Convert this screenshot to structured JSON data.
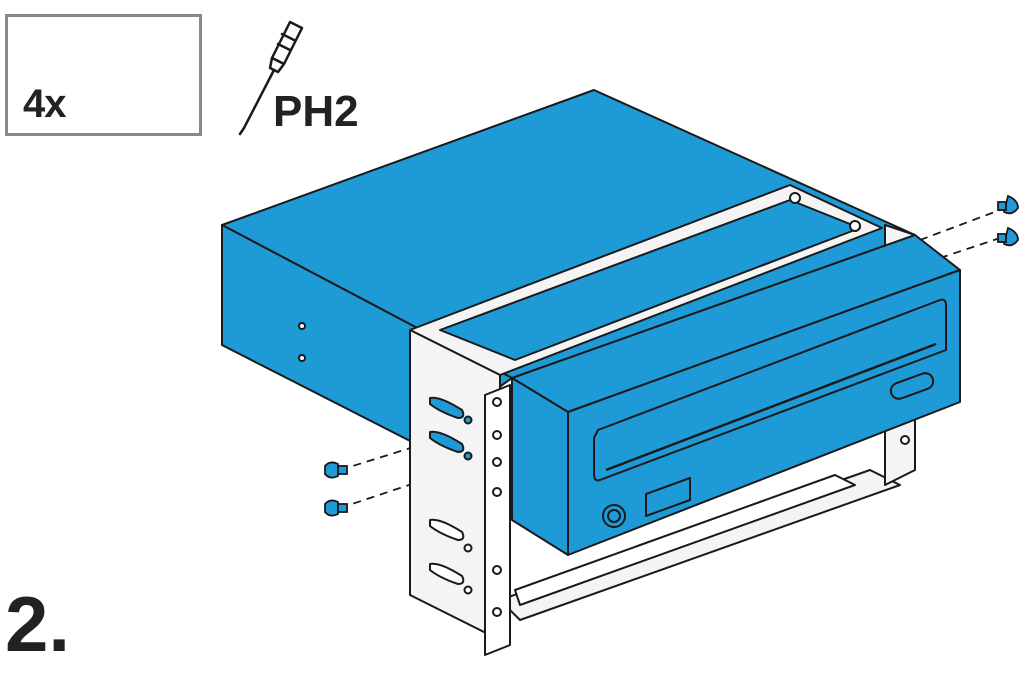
{
  "parts": {
    "quantity": "4x",
    "icon": "screw-icon"
  },
  "tool": {
    "label": "PH2",
    "icon": "screwdriver-icon"
  },
  "step": {
    "number": "2."
  },
  "colors": {
    "drive_blue": "#1e9bd7",
    "outline": "#1a1a1a",
    "frame": "#f4f4f4",
    "box_border": "#8a8a8a"
  }
}
